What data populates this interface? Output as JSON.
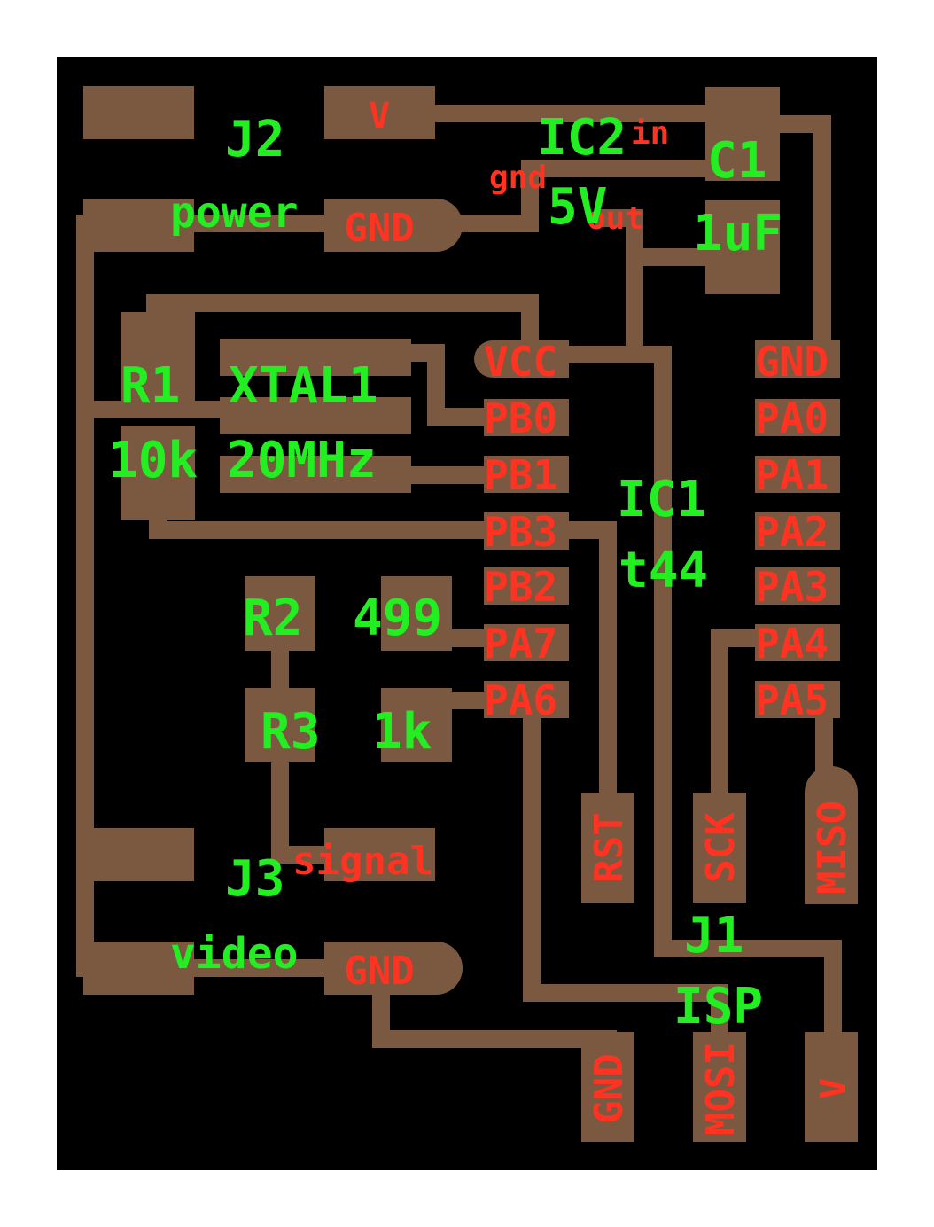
{
  "colors": {
    "background": "#000000",
    "copper": "#7b5840",
    "label_green": "#22ee22",
    "label_red": "#ff3322"
  },
  "components": {
    "j2": {
      "ref": "J2",
      "value": "power",
      "pad_v": "V",
      "pad_gnd": "GND"
    },
    "ic2": {
      "ref": "IC2",
      "value": "5V",
      "pin_in": "in",
      "pin_gnd": "gnd",
      "pin_out": "out"
    },
    "c1": {
      "ref": "C1",
      "value": "1uF"
    },
    "r1": {
      "ref": "R1",
      "value": "10k"
    },
    "xtal1": {
      "ref": "XTAL1",
      "value": "20MHz"
    },
    "ic1": {
      "ref": "IC1",
      "value": "t44",
      "left_pins": [
        "VCC",
        "PB0",
        "PB1",
        "PB3",
        "PB2",
        "PA7",
        "PA6"
      ],
      "right_pins": [
        "GND",
        "PA0",
        "PA1",
        "PA2",
        "PA3",
        "PA4",
        "PA5"
      ]
    },
    "r2": {
      "ref": "R2",
      "value": "499"
    },
    "r3": {
      "ref": "R3",
      "value": "1k"
    },
    "j3": {
      "ref": "J3",
      "value": "video",
      "pad_signal": "signal",
      "pad_gnd": "GND"
    },
    "j1": {
      "ref": "J1",
      "value": "ISP",
      "top_pads": [
        "RST",
        "SCK",
        "MISO"
      ],
      "bottom_pads": [
        "GND",
        "MOSI",
        "V"
      ]
    }
  }
}
